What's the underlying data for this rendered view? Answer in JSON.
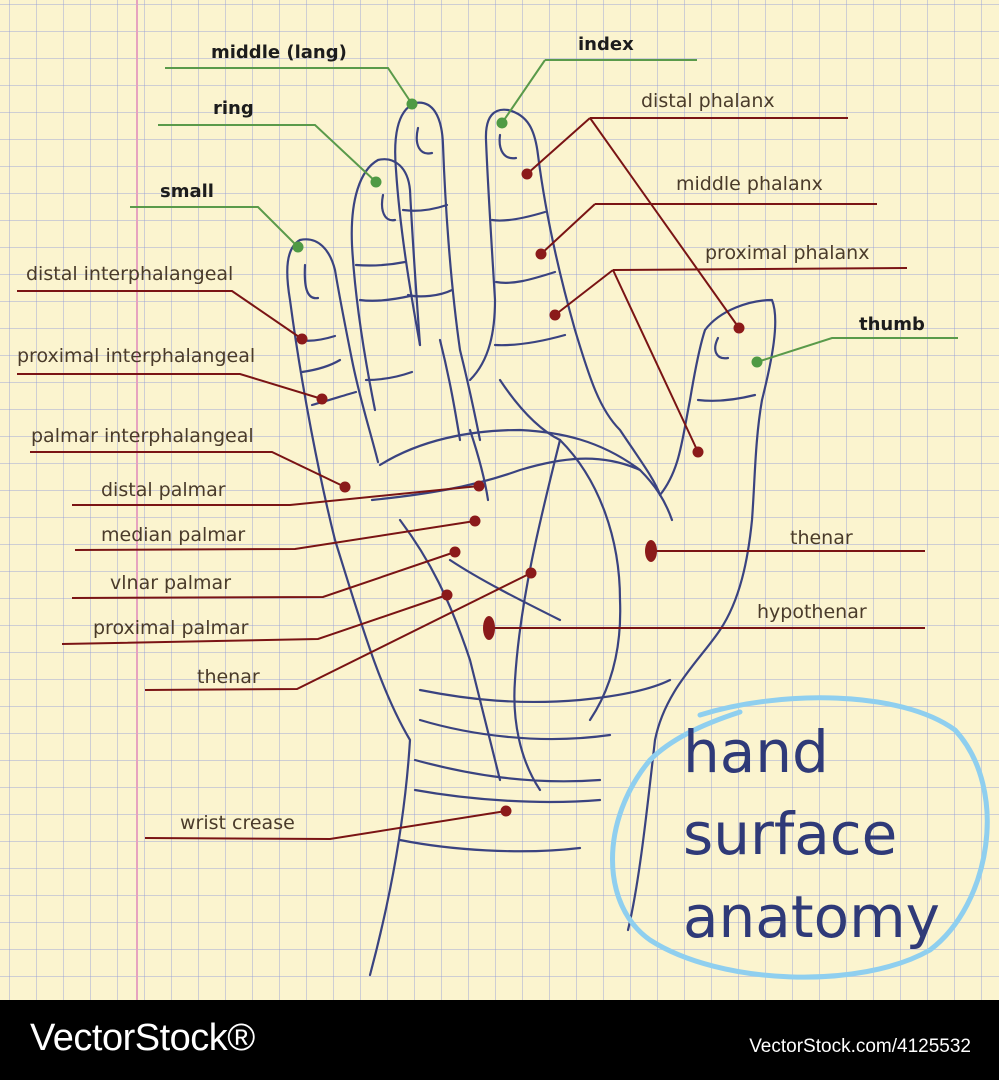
{
  "labels": {
    "middle": "middle (lang)",
    "index": "index",
    "ring": "ring",
    "small": "small",
    "thumb": "thumb",
    "distal_phalanx": "distal phalanx",
    "middle_phalanx": "middle phalanx",
    "proximal_phalanx": "proximal phalanx",
    "distal_interphalangeal": "distal interphalangeal",
    "proximal_interphalangeal": "proximal interphalangeal",
    "palmar_interphalangeal": "palmar interphalangeal",
    "distal_palmar": "distal palmar",
    "median_palmar": "median palmar",
    "ulnar_palmar": "vlnar palmar",
    "proximal_palmar": "proximal palmar",
    "thenar_left": "thenar",
    "thenar_right": "thenar",
    "hypothenar": "hypothenar",
    "wrist_crease": "wrist crease"
  },
  "title": {
    "line1": "hand",
    "line2": "surface",
    "line3": "anatomy"
  },
  "footer": {
    "brand": "VectorStock®",
    "id": "VectorStock.com/4125532"
  },
  "colors": {
    "paper": "#fbf4cf",
    "grid": "#96a0d7",
    "leader_red": "#7a1414",
    "leader_green": "#5a9a4a",
    "outline": "#3a4380",
    "title": "#2f3a78",
    "ellipse": "#8fcfef"
  }
}
